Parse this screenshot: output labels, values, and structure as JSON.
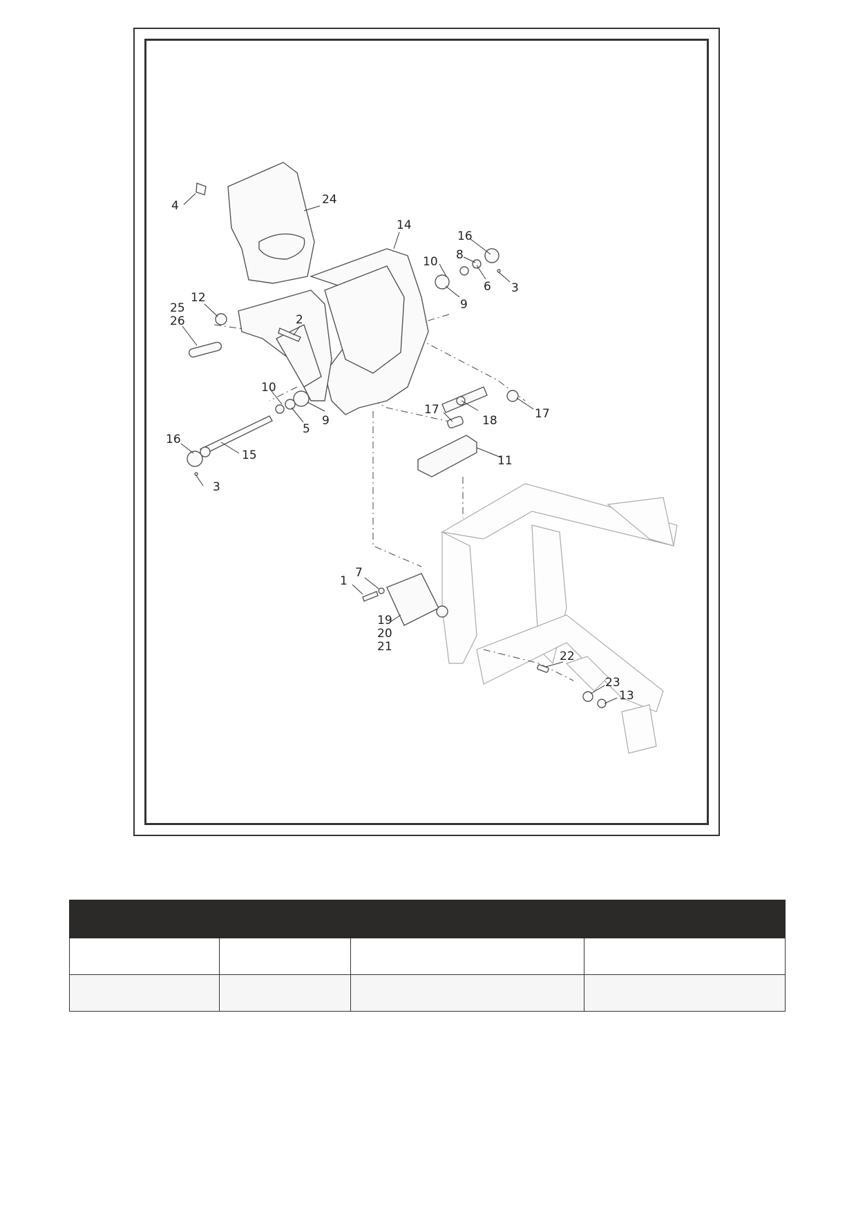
{
  "callouts": [
    "1",
    "2",
    "3",
    "3",
    "4",
    "5",
    "6",
    "7",
    "8",
    "9",
    "9",
    "10",
    "10",
    "11",
    "12",
    "13",
    "14",
    "15",
    "16",
    "16",
    "17",
    "17",
    "18",
    "19",
    "20",
    "21",
    "22",
    "23",
    "24",
    "25",
    "26"
  ],
  "table": {
    "headers": [
      "",
      "",
      "",
      ""
    ],
    "rows": [
      [
        "",
        "",
        "",
        ""
      ],
      [
        "",
        "",
        "",
        ""
      ]
    ]
  }
}
